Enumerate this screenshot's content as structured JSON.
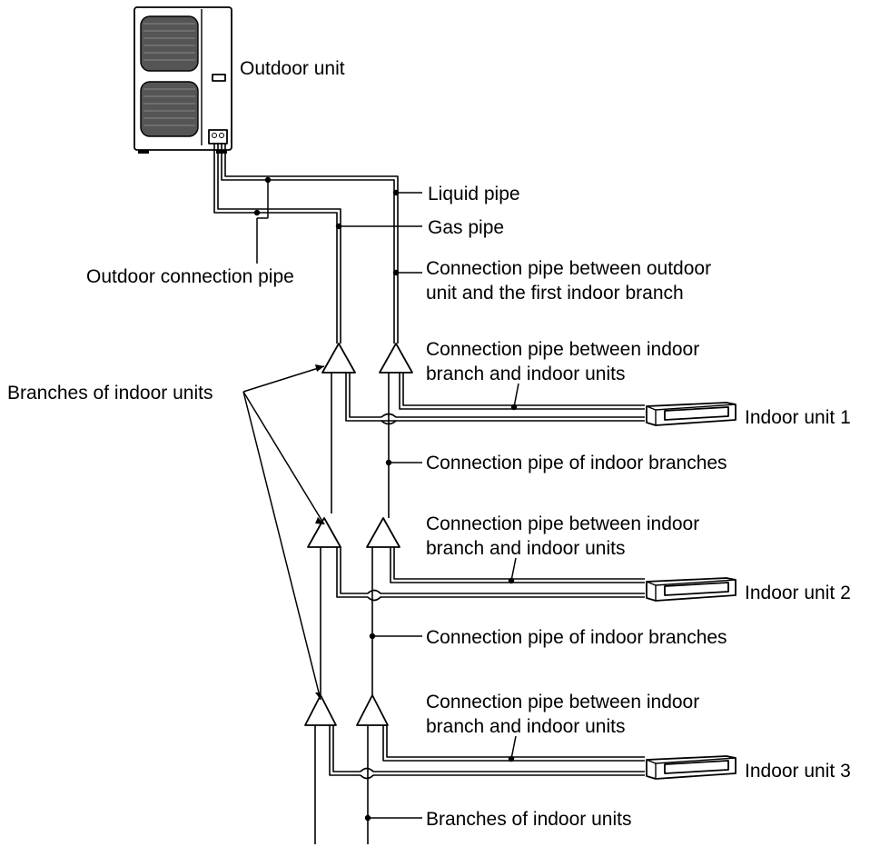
{
  "labels": {
    "outdoor_unit": "Outdoor unit",
    "liquid_pipe": "Liquid pipe",
    "gas_pipe": "Gas pipe",
    "outdoor_connection_pipe": "Outdoor connection pipe",
    "main_pipe_line1": "Connection pipe between outdoor",
    "main_pipe_line2": "unit and the first indoor branch",
    "branches_left": "Branches of indoor units",
    "branch_pipe_1_line1": "Connection pipe between indoor",
    "branch_pipe_1_line2": "branch and indoor units",
    "indoor_unit_1": "Indoor unit 1",
    "between_branches_1": "Connection pipe of indoor branches",
    "branch_pipe_2_line1": "Connection pipe between indoor",
    "branch_pipe_2_line2": "branch and indoor units",
    "indoor_unit_2": "Indoor unit 2",
    "between_branches_2": "Connection pipe of indoor branches",
    "branch_pipe_3_line1": "Connection pipe between indoor",
    "branch_pipe_3_line2": "branch and indoor units",
    "indoor_unit_3": "Indoor unit 3",
    "branches_bottom": "Branches of indoor units"
  },
  "icons": {
    "outdoor_unit": "outdoor-condenser-unit-icon",
    "indoor_unit": "ducted-indoor-unit-icon",
    "branch": "y-branch-joint-icon"
  },
  "colors": {
    "line": "#000000",
    "background": "#ffffff"
  }
}
